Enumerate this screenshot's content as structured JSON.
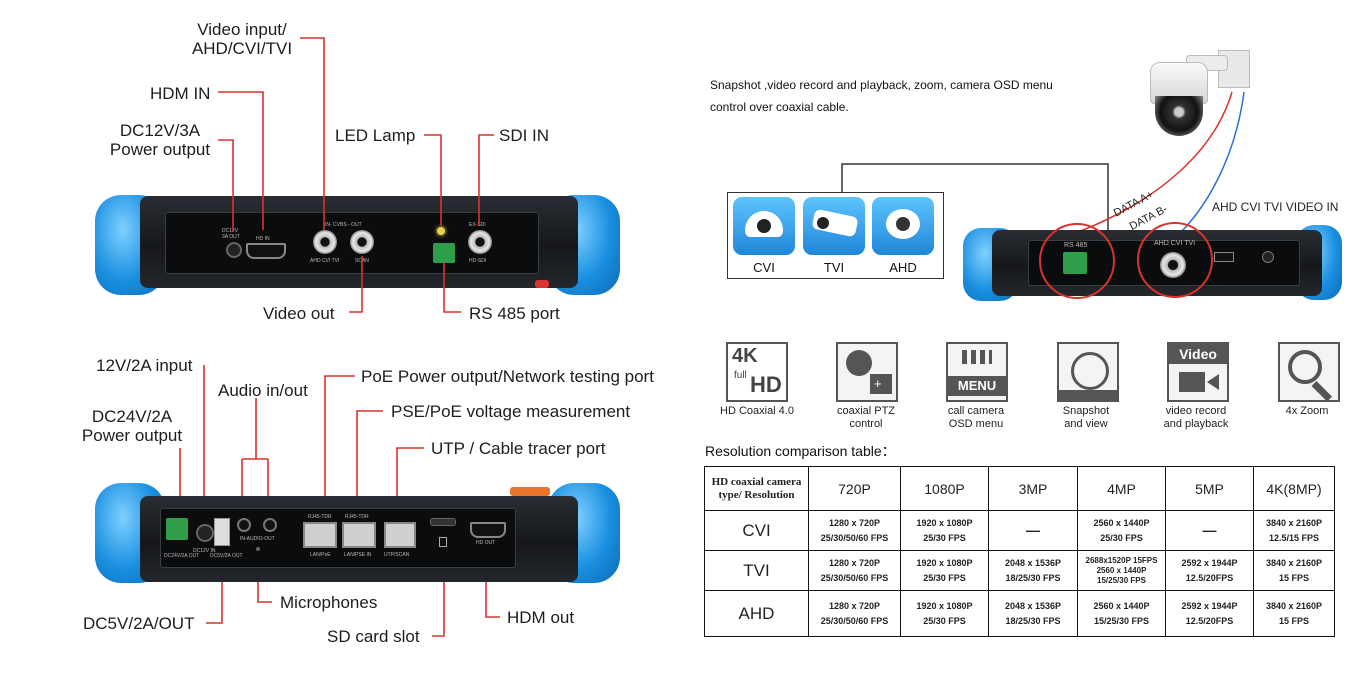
{
  "top_device": {
    "callouts": {
      "video_input": "Video input/\nAHD/CVI/TVI",
      "hdmi_in": "HDM IN",
      "dc12v": "DC12V/3A\nPower output",
      "led_lamp": "LED Lamp",
      "sdi_in": "SDI IN",
      "video_out": "Video out",
      "rs485": "RS 485 port"
    },
    "silk": {
      "dc": "DC12V\n3A OUT",
      "hdin": "HD IN",
      "cvbs": "IN- CVBS - OUT",
      "ahd": "AHD CVI TVI",
      "scan": "SCAN",
      "exsdi": "EX-SDI",
      "hdsdi": "HD-SDI"
    }
  },
  "bottom_device": {
    "callouts": {
      "in12v": "12V/2A input",
      "audio": "Audio in/out",
      "poe_out": "PoE Power output/Network testing port",
      "pse": "PSE/PoE voltage measurement",
      "dc24v": "DC24V/2A\nPower output",
      "utp": "UTP / Cable tracer port",
      "mic": "Microphones",
      "dc5v": "DC5V/2A/OUT",
      "hdm_out": "HDM out",
      "sd": "SD card slot"
    },
    "silk": {
      "dc24": "DC24V/2A OUT",
      "dc12in": "DC12V IN",
      "dc5v": "DC5V/2A OUT",
      "audio": "IN-AUDIO-OUT",
      "rj1": "RJ45-TDR",
      "rj2": "RJ45-TDR",
      "lanpoe": "LAN/PoE",
      "lanpse": "LAN/PSE IN",
      "utpscan": "UTP/SCAN",
      "hdout": "HD OUT"
    }
  },
  "right": {
    "snapshot_text": "Snapshot ,video record and playback, zoom, camera OSD menu\ncontrol over coaxial cable.",
    "cameras": [
      "CVI",
      "TVI",
      "AHD"
    ],
    "data_a": "DATA A+",
    "data_b": "DATA B-",
    "video_label": "AHD CVI TVI VIDEO IN",
    "small_rs485": "RS 485",
    "small_ahd": "AHD CVI TVI",
    "features": [
      {
        "icon": "4k-full-hd-icon",
        "text": "HD Coaxial 4.0"
      },
      {
        "icon": "ptz-control-icon",
        "text": "coaxial PTZ\ncontrol"
      },
      {
        "icon": "menu-icon",
        "text": "call camera\nOSD menu"
      },
      {
        "icon": "snapshot-icon",
        "text": "Snapshot\nand view"
      },
      {
        "icon": "video-record-icon",
        "text": "video record\nand playback"
      },
      {
        "icon": "zoom-icon",
        "text": "4x Zoom"
      }
    ],
    "icon_text": {
      "k4": "4K",
      "full": "full",
      "hd": "HD",
      "menu": "MENU",
      "video": "Video"
    },
    "table_title": "Resolution comparison table：",
    "table": {
      "corner": "HD coaxial camera\ntype/ Resolution",
      "headers": [
        "720P",
        "1080P",
        "3MP",
        "4MP",
        "5MP",
        "4K(8MP)"
      ],
      "rows": [
        {
          "name": "CVI",
          "cells": [
            "1280 x 720P\n25/30/50/60 FPS",
            "1920 x 1080P\n25/30 FPS",
            "—",
            "2560 x 1440P\n25/30 FPS",
            "—",
            "3840 x 2160P\n12.5/15 FPS"
          ]
        },
        {
          "name": "TVI",
          "cells": [
            "1280 x 720P\n25/30/50/60 FPS",
            "1920 x 1080P\n25/30 FPS",
            "2048 x 1536P\n18/25/30 FPS",
            "2688x1520P 15FPS\n2560 x 1440P\n15/25/30 FPS",
            "2592 x 1944P\n12.5/20FPS",
            "3840 x 2160P\n15 FPS"
          ]
        },
        {
          "name": "AHD",
          "cells": [
            "1280 x 720P\n25/30/50/60 FPS",
            "1920 x 1080P\n25/30 FPS",
            "2048 x 1536P\n18/25/30 FPS",
            "2560 x 1440P\n15/25/30 FPS",
            "2592 x 1944P\n12.5/20FPS",
            "3840 x 2160P\n15 FPS"
          ]
        }
      ]
    }
  }
}
